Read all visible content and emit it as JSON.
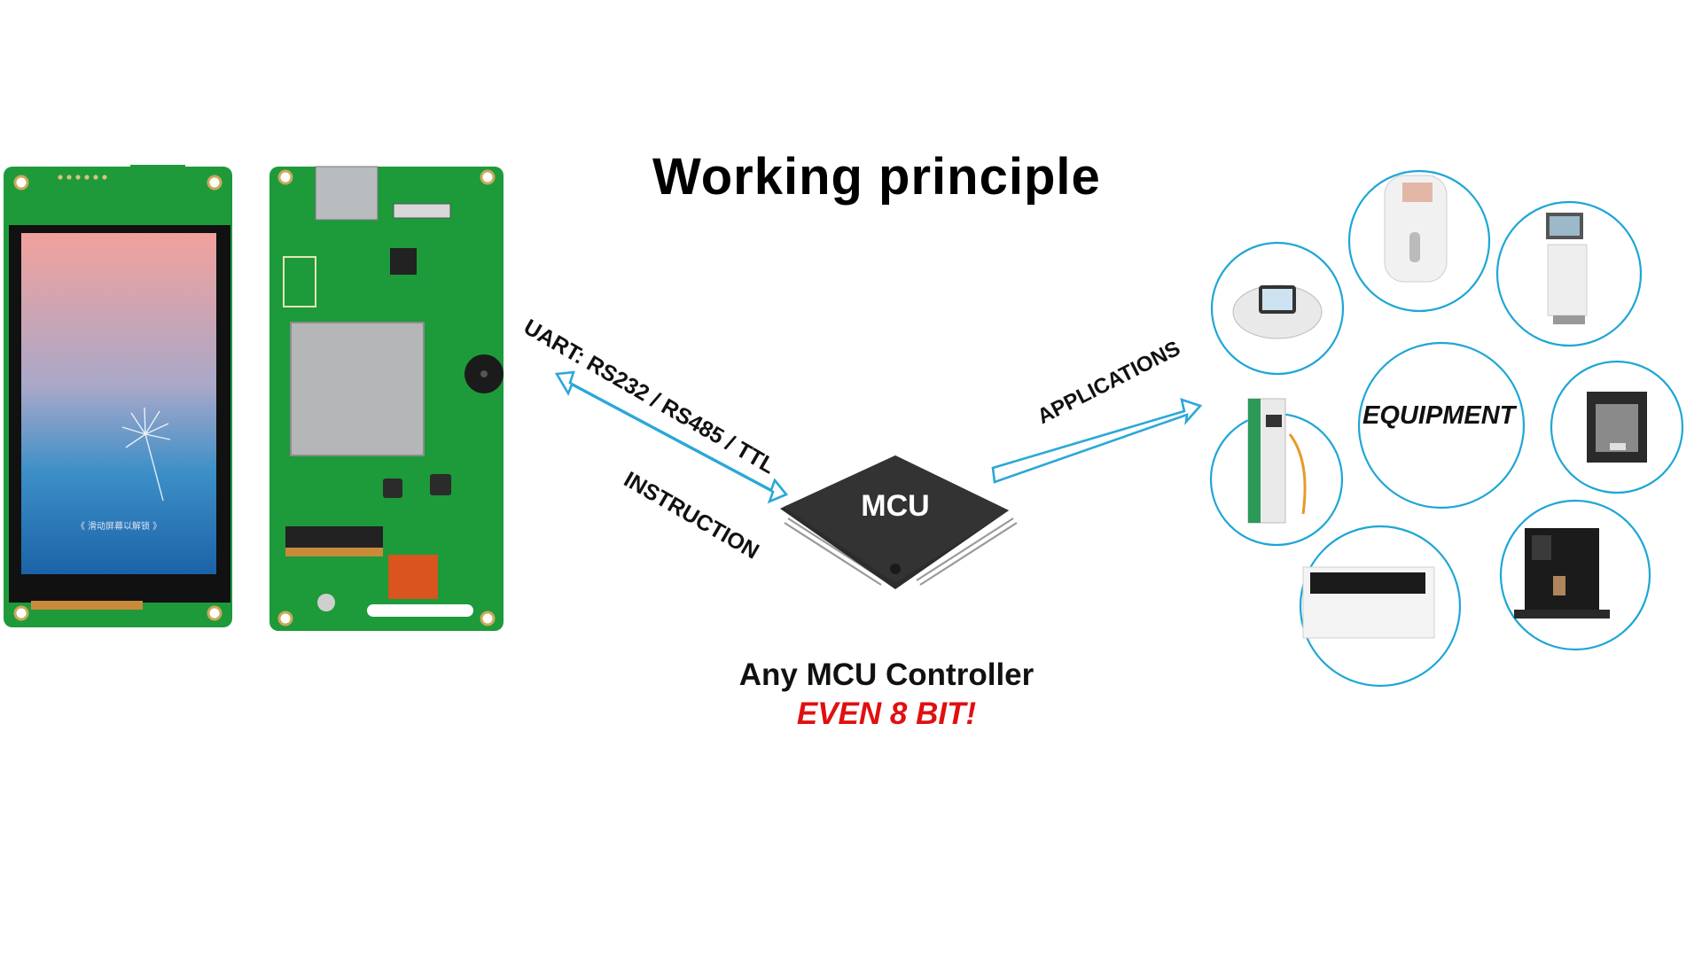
{
  "title": "Working principle",
  "diagram": {
    "link_uart_label": "UART: RS232 / RS485 / TTL",
    "link_instruction_label": "INSTRUCTION",
    "link_applications_label": "APPLICATIONS",
    "mcu_label": "MCU",
    "equipment_label": "EQUIPMENT",
    "lcd_screen_hint": "《 滑动屏幕以解锁 》",
    "caption_main": "Any MCU Controller",
    "caption_accent": "EVEN 8 BIT!",
    "colors": {
      "arrow": "#2aa8d8",
      "circle": "#1ea6d6",
      "pcb": "#1d9a3a",
      "accent": "#e01010"
    },
    "equipment_icons": [
      "beauty-device-icon",
      "oxygen-machine-icon",
      "ultrasound-cart-icon",
      "ev-charger-icon",
      "3d-printer-icon",
      "water-dispenser-icon",
      "coffee-machine-icon"
    ]
  }
}
